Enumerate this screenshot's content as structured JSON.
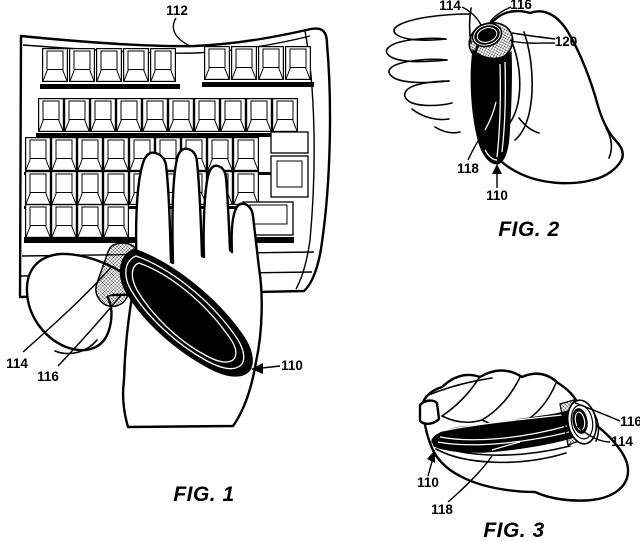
{
  "artwork": {
    "type": "patent-line-drawing",
    "paper_color": "#ffffff",
    "ink_color": "#000000"
  },
  "figures": {
    "fig1": {
      "caption": "FIG. 1",
      "refs": {
        "r112": "112",
        "r114": "114",
        "r116": "116",
        "r110": "110"
      }
    },
    "fig2": {
      "caption": "FIG. 2",
      "refs": {
        "r114": "114",
        "r116": "116",
        "r120": "120",
        "r118": "118",
        "r110": "110"
      }
    },
    "fig3": {
      "caption": "FIG. 3",
      "refs": {
        "r116": "116",
        "r114": "114",
        "r110": "110",
        "r118": "118"
      }
    }
  }
}
